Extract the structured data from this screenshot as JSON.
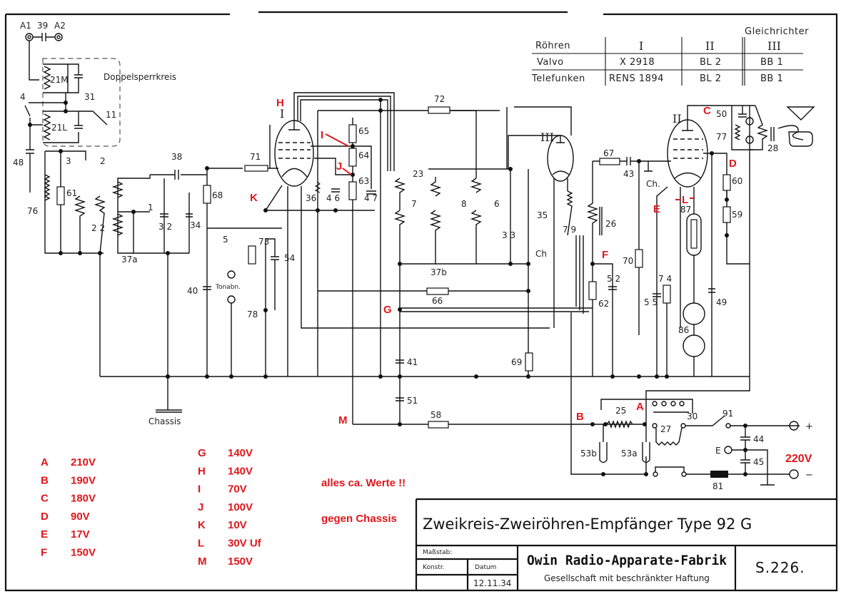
{
  "tube_table": {
    "header": [
      "Röhren",
      "I",
      "II",
      "III"
    ],
    "rectifier_label": "Gleichrichter",
    "rows": [
      {
        "brand": "Valvo",
        "I": "X 2918",
        "II": "BL 2",
        "III": "BB 1"
      },
      {
        "brand": "Telefunken",
        "I": "RENS 1894",
        "II": "BL 2",
        "III": "BB 1"
      }
    ]
  },
  "title_block": {
    "title": "Zweikreis-Zweiröhren-Empfänger Type 92 G",
    "scale_label": "Maßstab:",
    "constr_label": "Konstr.",
    "date_label": "Datum",
    "date_value": "12.11.34",
    "company": "Owin Radio-Apparate-Fabrik",
    "company_sub": "Gesellschaft mit beschränkter Haftung",
    "sheet": "S.226."
  },
  "schematic": {
    "antenna_labels": [
      "A1",
      "39",
      "A2"
    ],
    "trap_label": "Doppelsperrkreis",
    "tube_labels": [
      "I",
      "II",
      "III"
    ],
    "chassis_label": "Chassis",
    "pickup_label": "Tonabn.",
    "earth_label": "E",
    "plus_label": "+",
    "minus_label": "−",
    "mains_voltage": "220V",
    "components": {
      "c21m": "21M",
      "c21l": "21L",
      "c31": "31",
      "c11": "11",
      "c4": "4",
      "c48": "48",
      "c76": "76",
      "c61": "61",
      "c3": "3",
      "c2": "2",
      "c22": "2 2",
      "c38": "38",
      "c37a": "37a",
      "c1": "1",
      "c32": "3 2",
      "c34": "34",
      "c68": "68",
      "c40": "40",
      "c5": "5",
      "c73": "73",
      "c54": "54",
      "c78": "78",
      "c71": "71",
      "c36": "36",
      "c46": "4 6",
      "c47": "4 7",
      "c65": "65",
      "c64": "64",
      "c63": "63",
      "c72": "72",
      "c23": "23",
      "c7": "7",
      "c8": "8",
      "c6": "6",
      "c37b": "37b",
      "c33": "3 3",
      "c35": "35",
      "cch": "Ch",
      "c79": "7 9",
      "c67": "67",
      "c43": "43",
      "cch2": "Ch.",
      "c26": "26",
      "c66": "66",
      "c62": "62",
      "c52": "5 2",
      "c70": "70",
      "c55": "5 5",
      "c74": "7 4",
      "c49": "49",
      "c86": "86",
      "c87": "87",
      "c60": "60",
      "c59": "59",
      "c50": "50",
      "c77": "77",
      "c28": "28",
      "c41": "41",
      "c51": "51",
      "c58": "58",
      "c69": "69",
      "c25": "25",
      "c27": "27",
      "c30": "30",
      "c91": "91",
      "c53b": "53b",
      "c53a": "53a",
      "c44": "44",
      "c45": "45",
      "c81": "81"
    }
  },
  "annotations": {
    "points": [
      {
        "id": "A",
        "voltage": "210V"
      },
      {
        "id": "B",
        "voltage": "190V"
      },
      {
        "id": "C",
        "voltage": "180V"
      },
      {
        "id": "D",
        "voltage": "90V"
      },
      {
        "id": "E",
        "voltage": "17V"
      },
      {
        "id": "F",
        "voltage": "150V"
      },
      {
        "id": "G",
        "voltage": "140V"
      },
      {
        "id": "H",
        "voltage": "140V"
      },
      {
        "id": "I",
        "voltage": "70V"
      },
      {
        "id": "J",
        "voltage": "100V"
      },
      {
        "id": "K",
        "voltage": "10V"
      },
      {
        "id": "L",
        "voltage": "30V Uf"
      },
      {
        "id": "M",
        "voltage": "150V"
      }
    ],
    "note1": "alles ca. Werte !!",
    "note2": "gegen Chassis",
    "color": "#e0161c"
  }
}
